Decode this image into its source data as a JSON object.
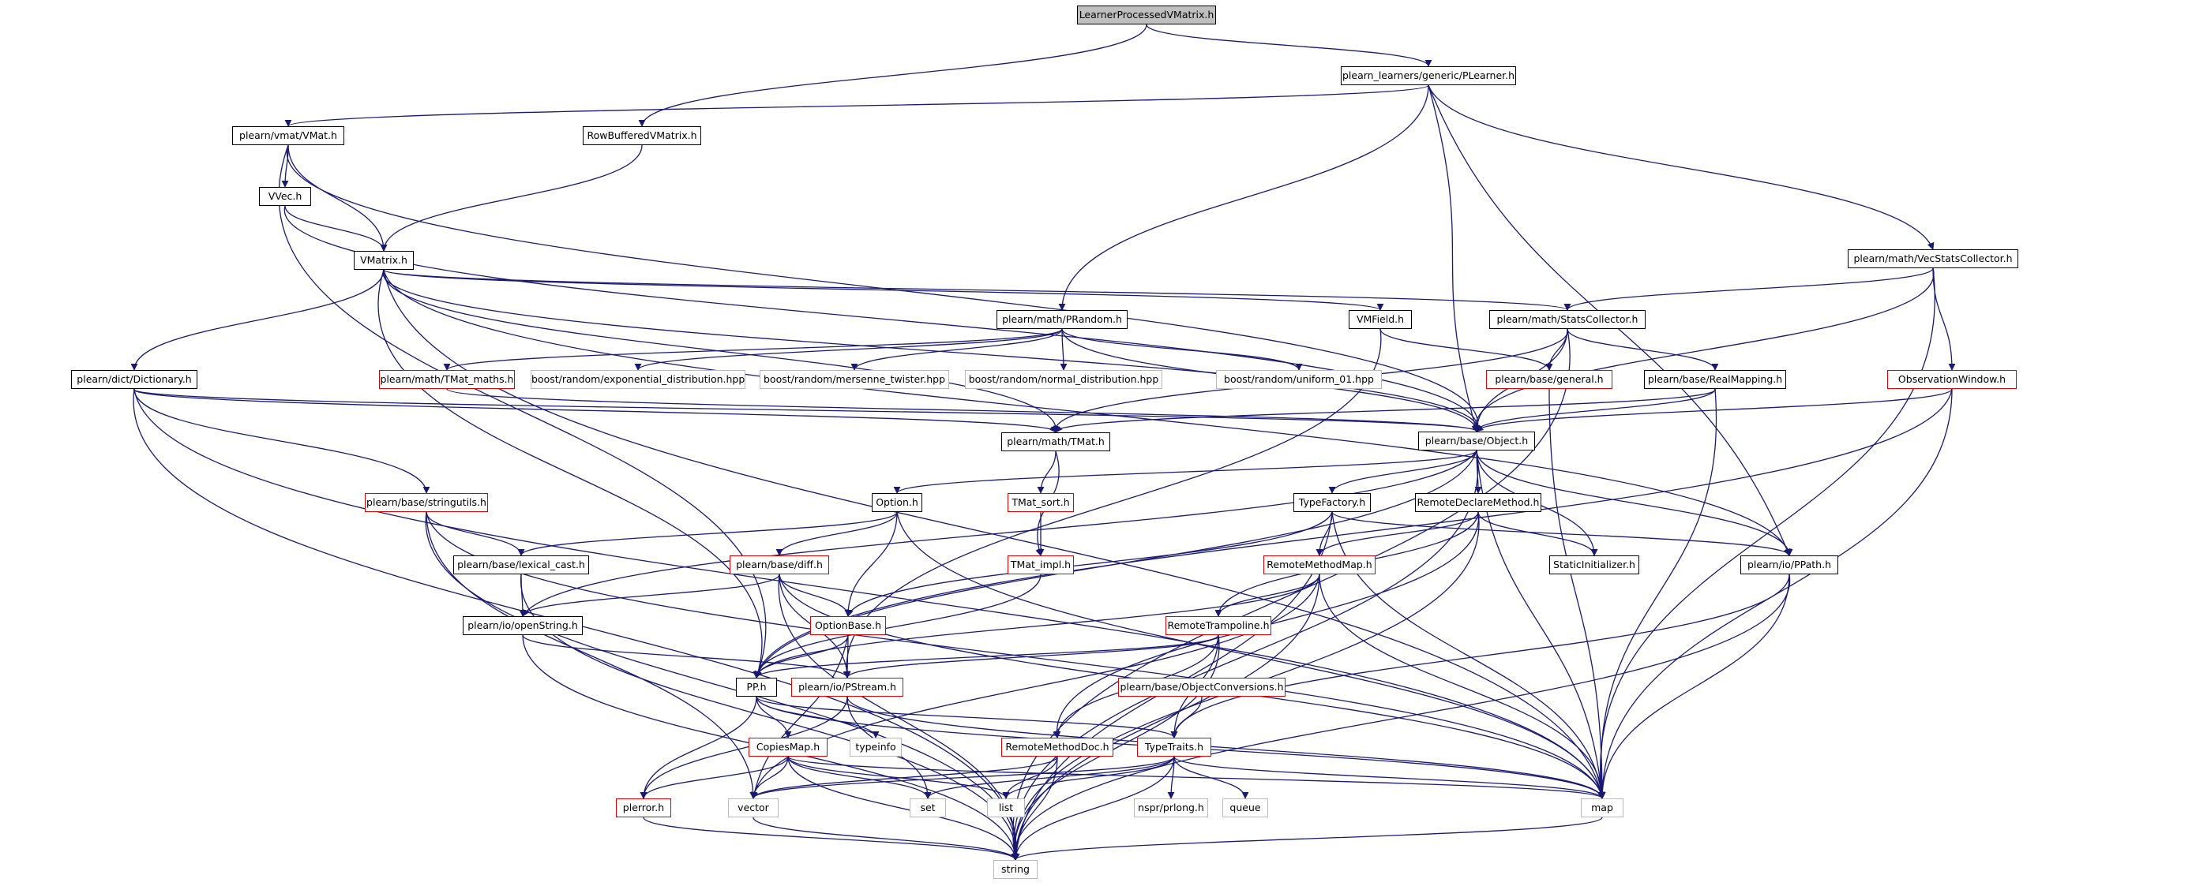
{
  "nodes": {
    "n_root": "LearnerProcessedVMatrix.h",
    "n_plearner": "plearn_learners/generic/PLearner.h",
    "n_vmat": "plearn/vmat/VMat.h",
    "n_rowbuf": "RowBufferedVMatrix.h",
    "n_vecstats": "plearn/math/VecStatsCollector.h",
    "n_vvec": "VVec.h",
    "n_vmatrix": "VMatrix.h",
    "n_prandom": "plearn/math/PRandom.h",
    "n_vmfield": "VMField.h",
    "n_statscoll": "plearn/math/StatsCollector.h",
    "n_dictionary": "plearn/dict/Dictionary.h",
    "n_tmatmaths": "plearn/math/TMat_maths.h",
    "n_expdist": "boost/random/exponential_distribution.hpp",
    "n_mersenne": "boost/random/mersenne_twister.hpp",
    "n_normdist": "boost/random/normal_distribution.hpp",
    "n_uniform": "boost/random/uniform_01.hpp",
    "n_general": "plearn/base/general.h",
    "n_realmap": "plearn/base/RealMapping.h",
    "n_obswin": "ObservationWindow.h",
    "n_tmat": "plearn/math/TMat.h",
    "n_object": "plearn/base/Object.h",
    "n_stringutils": "plearn/base/stringutils.h",
    "n_option": "Option.h",
    "n_tmatsort": "TMat_sort.h",
    "n_typefactory": "TypeFactory.h",
    "n_remotedecl": "RemoteDeclareMethod.h",
    "n_lexical": "plearn/base/lexical_cast.h",
    "n_diff": "plearn/base/diff.h",
    "n_tmatimpl": "TMat_impl.h",
    "n_remotemap": "RemoteMethodMap.h",
    "n_staticinit": "StaticInitializer.h",
    "n_ppath": "plearn/io/PPath.h",
    "n_openstring": "plearn/io/openString.h",
    "n_optionbase": "OptionBase.h",
    "n_remotetramp": "RemoteTrampoline.h",
    "n_pp": "PP.h",
    "n_pstream": "plearn/io/PStream.h",
    "n_objconv": "plearn/base/ObjectConversions.h",
    "n_typeinfo": "typeinfo",
    "n_copiesmap": "CopiesMap.h",
    "n_remotedoc": "RemoteMethodDoc.h",
    "n_typetraits": "TypeTraits.h",
    "n_perror": "plerror.h",
    "n_vector": "vector",
    "n_set": "set",
    "n_list": "list",
    "n_nspr": "nspr/prlong.h",
    "n_queue": "queue",
    "n_map": "map",
    "n_string": "string"
  },
  "colors": {
    "edge": "#191970",
    "node_border": "#000000",
    "node_border_incomplete": "#e00000",
    "node_border_external": "#b8b8b8",
    "root_fill": "#bfbfbf"
  }
}
